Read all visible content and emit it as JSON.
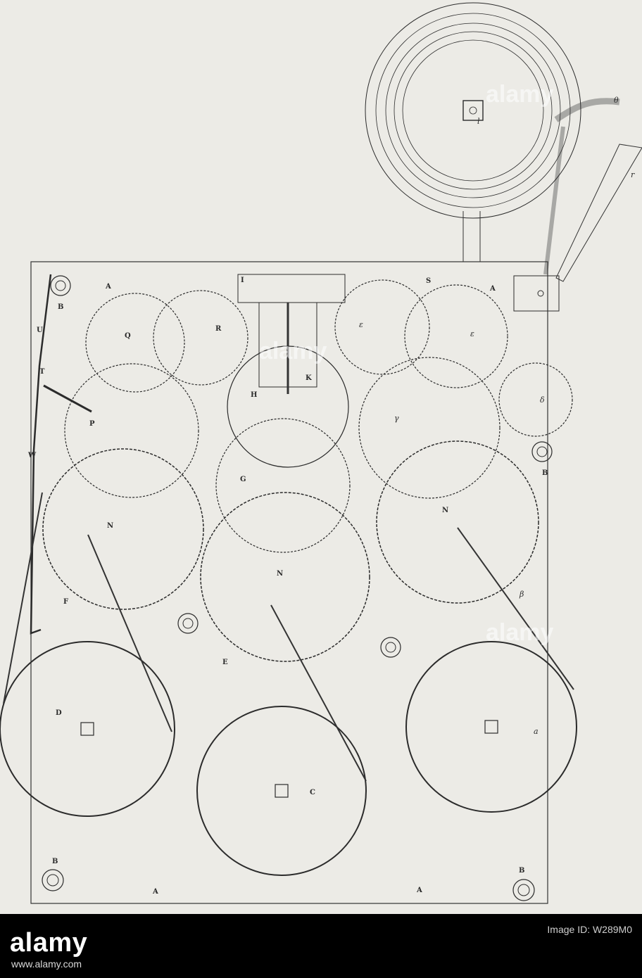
{
  "figure": {
    "description_labels": {
      "l": "l",
      "theta": "θ",
      "tau": "r",
      "A_top_left": "A",
      "A_top_right": "A",
      "A_bottom_left": "A",
      "A_bottom_right": "A",
      "B_top_left": "B",
      "B_right": "B",
      "B_bottom_left": "B",
      "B_bottom_right": "B",
      "I": "I",
      "S": "S",
      "Q": "Q",
      "R": "R",
      "U": "U",
      "T": "T",
      "W": "W",
      "P": "P",
      "H": "H",
      "K": "K",
      "G": "G",
      "N1": "N",
      "N2": "N",
      "N3": "N",
      "F": "F",
      "E": "E",
      "D": "D",
      "C": "C",
      "a": "a",
      "beta": "β",
      "gamma": "γ",
      "epsilon": "ε",
      "delta": "δ",
      "zeta": "ε"
    }
  },
  "stock": {
    "logo": "alamy",
    "url": "www.alamy.com",
    "id_label": "Image ID: W289M0",
    "id_value": "",
    "watermark": "alamy"
  }
}
